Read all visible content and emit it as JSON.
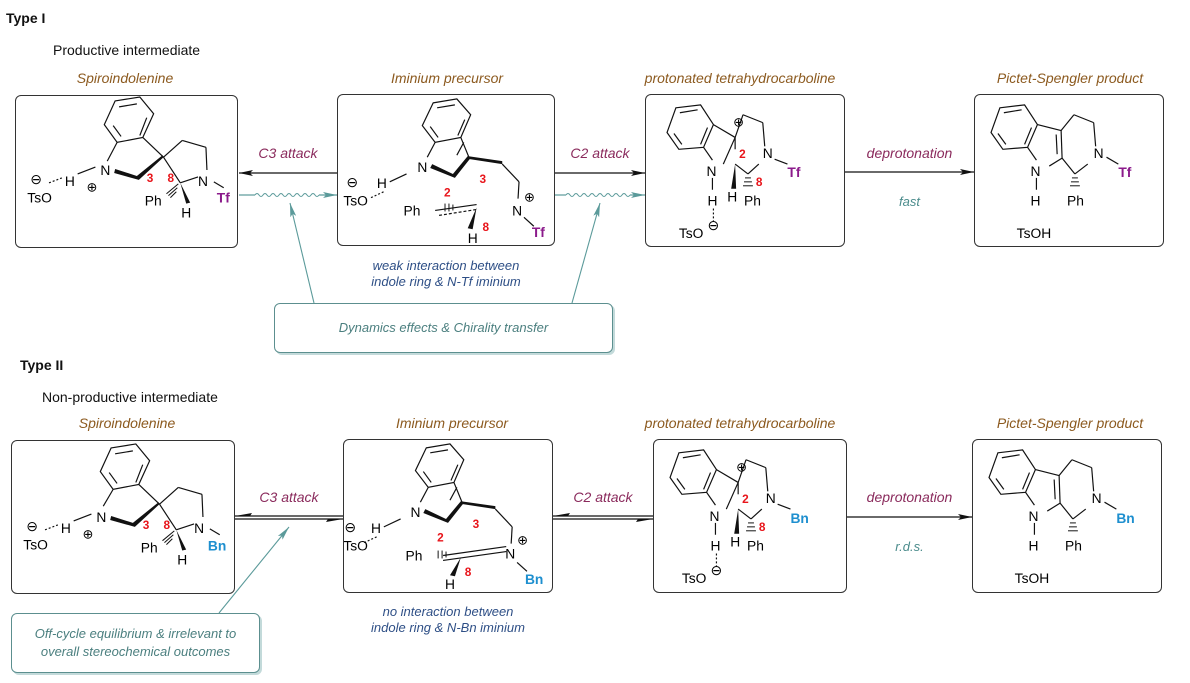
{
  "sections": [
    {
      "title": "Type I",
      "subtitle": "Productive intermediate",
      "protecting_group": "Tf",
      "protecting_group_color": "#8b1a8b",
      "stages": [
        {
          "label": "Spiroindolenine",
          "counterion": "TsO",
          "atom_labels": [
            "3",
            "8"
          ],
          "substituents": [
            "Ph",
            "H"
          ]
        },
        {
          "label": "Iminium precursor",
          "counterion": "TsO",
          "atom_labels": [
            "2",
            "3",
            "8"
          ],
          "substituents": [
            "Ph",
            "H"
          ]
        },
        {
          "label": "protonated tetrahydrocarboline",
          "counterion": "TsO",
          "atom_labels": [
            "2",
            "8"
          ],
          "substituents": [
            "H",
            "Ph"
          ]
        },
        {
          "label": "Pictet-Spengler product",
          "counterion": "TsOH",
          "substituents": [
            "H",
            "Ph"
          ]
        }
      ],
      "arrows": [
        {
          "label": "C3 attack",
          "kind": "reverse-plus-dynamic"
        },
        {
          "label": "C2 attack",
          "kind": "forward-plus-dynamic"
        },
        {
          "label": "deprotonation",
          "rate": "fast",
          "kind": "forward"
        }
      ],
      "note": [
        "weak interaction between",
        "indole ring & N-Tf iminium"
      ],
      "callout": [
        "Dynamics effects & Chirality transfer"
      ]
    },
    {
      "title": "Type II",
      "subtitle": "Non-productive intermediate",
      "protecting_group": "Bn",
      "protecting_group_color": "#1e8fcf",
      "stages": [
        {
          "label": "Spiroindolenine",
          "counterion": "TsO",
          "atom_labels": [
            "3",
            "8"
          ],
          "substituents": [
            "Ph",
            "H"
          ]
        },
        {
          "label": "Iminium precursor",
          "counterion": "TsO",
          "atom_labels": [
            "2",
            "3",
            "8"
          ],
          "substituents": [
            "Ph",
            "H"
          ]
        },
        {
          "label": "protonated tetrahydrocarboline",
          "counterion": "TsO",
          "atom_labels": [
            "2",
            "8"
          ],
          "substituents": [
            "H",
            "Ph"
          ]
        },
        {
          "label": "Pictet-Spengler product",
          "counterion": "TsOH",
          "substituents": [
            "H",
            "Ph"
          ]
        }
      ],
      "arrows": [
        {
          "label": "C3 attack",
          "kind": "equilibrium"
        },
        {
          "label": "C2 attack",
          "kind": "equilibrium"
        },
        {
          "label": "deprotonation",
          "rate": "r.d.s.",
          "kind": "forward"
        }
      ],
      "note": [
        "no interaction between",
        "indole ring & N-Bn iminium"
      ],
      "callout": [
        "Off-cycle equilibrium & irrelevant to",
        "overall stereochemical outcomes"
      ]
    }
  ],
  "atoms": {
    "N": "N",
    "H": "H",
    "plus": "+",
    "minus": "−"
  },
  "colors": {
    "stage_label": "#8c5a1f",
    "arrow_label": "#8a2a5c",
    "atom_number": "#e8151b",
    "note": "#2e4f86",
    "callout": "#4b7f7f",
    "dynamic_arrow": "#5b9a9a"
  }
}
